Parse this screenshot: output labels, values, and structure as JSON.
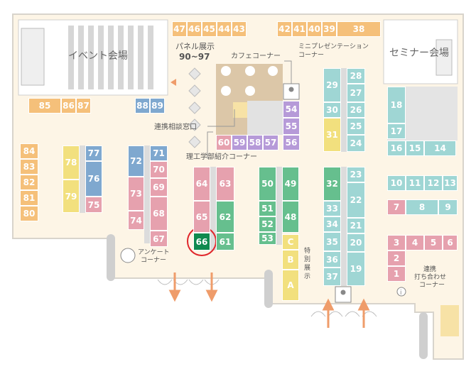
{
  "colors": {
    "orange": "#f5c07a",
    "pink": "#e6a1ae",
    "purple": "#b69ad8",
    "yellow": "#f2e07e",
    "blue": "#7fa8cf",
    "teal": "#9fd6d4",
    "green": "#66bf8e",
    "green_dark": "#0f8a4f",
    "cafe": "#dcc7a8",
    "highlight": "#e0262b"
  },
  "labels": {
    "event_hall": "イベント会場",
    "seminar_hall": "セミナー会場",
    "panel_exhibit": "パネル展示",
    "panel_range": "90~97",
    "cafe_corner": "カフェコーナー",
    "mini_presentation_1": "ミニプレゼンテーション",
    "mini_presentation_2": "コーナー",
    "liaison_window": "連携相談窓口",
    "science_eng_corner": "理工学部紹介コーナー",
    "survey_1": "アンケート",
    "survey_2": "コーナー",
    "special_1": "特",
    "special_2": "別",
    "special_3": "展",
    "special_4": "示",
    "liaison_meeting_1": "連携",
    "liaison_meeting_2": "打ち合わせ",
    "liaison_meeting_3": "コーナー"
  },
  "highlighted_booth": "66",
  "booths": [
    {
      "id": "47",
      "label": "47",
      "color": "orange"
    },
    {
      "id": "46",
      "label": "46",
      "color": "orange"
    },
    {
      "id": "45",
      "label": "45",
      "color": "orange"
    },
    {
      "id": "44",
      "label": "44",
      "color": "orange"
    },
    {
      "id": "43",
      "label": "43",
      "color": "orange"
    },
    {
      "id": "42",
      "label": "42",
      "color": "orange"
    },
    {
      "id": "41",
      "label": "41",
      "color": "orange"
    },
    {
      "id": "40",
      "label": "40",
      "color": "orange"
    },
    {
      "id": "39",
      "label": "39",
      "color": "orange"
    },
    {
      "id": "38",
      "label": "38",
      "color": "orange"
    },
    {
      "id": "85",
      "label": "85",
      "color": "orange"
    },
    {
      "id": "86",
      "label": "86",
      "color": "orange"
    },
    {
      "id": "87",
      "label": "87",
      "color": "orange"
    },
    {
      "id": "88",
      "label": "88",
      "color": "blue"
    },
    {
      "id": "89",
      "label": "89",
      "color": "blue"
    },
    {
      "id": "84",
      "label": "84",
      "color": "orange"
    },
    {
      "id": "83",
      "label": "83",
      "color": "orange"
    },
    {
      "id": "82",
      "label": "82",
      "color": "orange"
    },
    {
      "id": "81",
      "label": "81",
      "color": "orange"
    },
    {
      "id": "80",
      "label": "80",
      "color": "orange"
    },
    {
      "id": "78",
      "label": "78",
      "color": "yellow"
    },
    {
      "id": "79",
      "label": "79",
      "color": "yellow"
    },
    {
      "id": "77",
      "label": "77",
      "color": "blue"
    },
    {
      "id": "76",
      "label": "76",
      "color": "blue"
    },
    {
      "id": "75",
      "label": "75",
      "color": "pink"
    },
    {
      "id": "72",
      "label": "72",
      "color": "blue"
    },
    {
      "id": "73",
      "label": "73",
      "color": "pink"
    },
    {
      "id": "74",
      "label": "74",
      "color": "pink"
    },
    {
      "id": "71",
      "label": "71",
      "color": "blue"
    },
    {
      "id": "70",
      "label": "70",
      "color": "pink"
    },
    {
      "id": "69",
      "label": "69",
      "color": "pink"
    },
    {
      "id": "68",
      "label": "68",
      "color": "pink"
    },
    {
      "id": "67",
      "label": "67",
      "color": "pink"
    },
    {
      "id": "64",
      "label": "64",
      "color": "pink"
    },
    {
      "id": "65",
      "label": "65",
      "color": "pink"
    },
    {
      "id": "66",
      "label": "66",
      "color": "green_dark"
    },
    {
      "id": "63",
      "label": "63",
      "color": "pink"
    },
    {
      "id": "62",
      "label": "62",
      "color": "green"
    },
    {
      "id": "61",
      "label": "61",
      "color": "green"
    },
    {
      "id": "60",
      "label": "60",
      "color": "pink"
    },
    {
      "id": "59",
      "label": "59",
      "color": "purple"
    },
    {
      "id": "58",
      "label": "58",
      "color": "purple"
    },
    {
      "id": "57",
      "label": "57",
      "color": "purple"
    },
    {
      "id": "56",
      "label": "56",
      "color": "purple"
    },
    {
      "id": "55",
      "label": "55",
      "color": "purple"
    },
    {
      "id": "54",
      "label": "54",
      "color": "purple"
    },
    {
      "id": "50",
      "label": "50",
      "color": "green"
    },
    {
      "id": "51",
      "label": "51",
      "color": "green"
    },
    {
      "id": "52",
      "label": "52",
      "color": "green"
    },
    {
      "id": "53",
      "label": "53",
      "color": "green"
    },
    {
      "id": "49",
      "label": "49",
      "color": "green"
    },
    {
      "id": "48",
      "label": "48",
      "color": "green"
    },
    {
      "id": "C",
      "label": "C",
      "color": "yellow"
    },
    {
      "id": "B",
      "label": "B",
      "color": "yellow"
    },
    {
      "id": "A",
      "label": "A",
      "color": "yellow"
    },
    {
      "id": "29",
      "label": "29",
      "color": "teal"
    },
    {
      "id": "30",
      "label": "30",
      "color": "teal"
    },
    {
      "id": "31",
      "label": "31",
      "color": "yellow"
    },
    {
      "id": "28",
      "label": "28",
      "color": "teal"
    },
    {
      "id": "27",
      "label": "27",
      "color": "teal"
    },
    {
      "id": "26",
      "label": "26",
      "color": "teal"
    },
    {
      "id": "25",
      "label": "25",
      "color": "teal"
    },
    {
      "id": "24",
      "label": "24",
      "color": "teal"
    },
    {
      "id": "32",
      "label": "32",
      "color": "green"
    },
    {
      "id": "33",
      "label": "33",
      "color": "teal"
    },
    {
      "id": "34",
      "label": "34",
      "color": "teal"
    },
    {
      "id": "35",
      "label": "35",
      "color": "teal"
    },
    {
      "id": "36",
      "label": "36",
      "color": "teal"
    },
    {
      "id": "37",
      "label": "37",
      "color": "teal"
    },
    {
      "id": "23",
      "label": "23",
      "color": "teal"
    },
    {
      "id": "22",
      "label": "22",
      "color": "teal"
    },
    {
      "id": "21",
      "label": "21",
      "color": "teal"
    },
    {
      "id": "20",
      "label": "20",
      "color": "teal"
    },
    {
      "id": "19",
      "label": "19",
      "color": "teal"
    },
    {
      "id": "18",
      "label": "18",
      "color": "teal"
    },
    {
      "id": "17",
      "label": "17",
      "color": "teal"
    },
    {
      "id": "16",
      "label": "16",
      "color": "teal"
    },
    {
      "id": "15",
      "label": "15",
      "color": "teal"
    },
    {
      "id": "14",
      "label": "14",
      "color": "teal"
    },
    {
      "id": "10",
      "label": "10",
      "color": "teal"
    },
    {
      "id": "11",
      "label": "11",
      "color": "teal"
    },
    {
      "id": "12",
      "label": "12",
      "color": "teal"
    },
    {
      "id": "13",
      "label": "13",
      "color": "teal"
    },
    {
      "id": "7",
      "label": "7",
      "color": "pink"
    },
    {
      "id": "8",
      "label": "8",
      "color": "teal"
    },
    {
      "id": "9",
      "label": "9",
      "color": "teal"
    },
    {
      "id": "3",
      "label": "3",
      "color": "pink"
    },
    {
      "id": "4",
      "label": "4",
      "color": "pink"
    },
    {
      "id": "5",
      "label": "5",
      "color": "pink"
    },
    {
      "id": "6",
      "label": "6",
      "color": "pink"
    },
    {
      "id": "2",
      "label": "2",
      "color": "pink"
    },
    {
      "id": "1",
      "label": "1",
      "color": "pink"
    }
  ]
}
